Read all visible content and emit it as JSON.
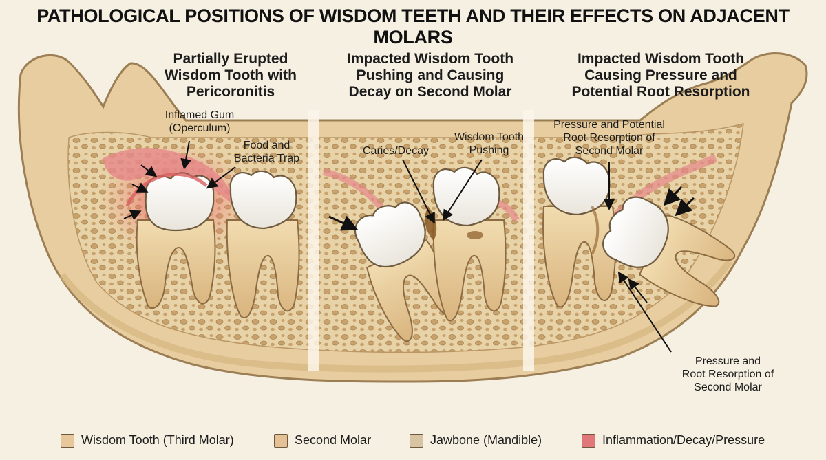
{
  "title": "PATHOLOGICAL POSITIONS OF WISDOM TEETH AND THEIR EFFECTS ON ADJACENT MOLARS",
  "panels": [
    {
      "title_lines": [
        "Partially Erupted",
        "Wisdom Tooth with",
        "Pericoronitis"
      ],
      "labels": [
        {
          "lines": [
            "Inflamed Gum",
            "(Operculum)"
          ]
        },
        {
          "lines": [
            "Food and",
            "Bacteria Trap"
          ]
        }
      ]
    },
    {
      "title_lines": [
        "Impacted Wisdom Tooth",
        "Pushing and Causing",
        "Decay on Second Molar"
      ],
      "labels": [
        {
          "lines": [
            "Caries/Decay"
          ]
        },
        {
          "lines": [
            "Wisdom Tooth",
            "Pushing"
          ]
        }
      ]
    },
    {
      "title_lines": [
        "Impacted Wisdom Tooth",
        "Causing Pressure and",
        "Potential Root Resorption"
      ],
      "labels": [
        {
          "lines": [
            "Pressure and Potential",
            "Root Resorption of",
            "Second Molar"
          ]
        },
        {
          "lines": [
            "Pressure and",
            "Root Resorption of",
            "Second Molar"
          ]
        }
      ]
    }
  ],
  "legend": [
    {
      "label": "Wisdom Tooth (Third Molar)",
      "color": "#e8c89a"
    },
    {
      "label": "Second Molar",
      "color": "#e6c196"
    },
    {
      "label": "Jawbone (Mandible)",
      "color": "#d8c4a2"
    },
    {
      "label": "Inflammation/Decay/Pressure",
      "color": "#e0787a"
    }
  ],
  "colors": {
    "background": "#f6f0e3",
    "bone": "#e7cd9f",
    "bone_outline": "#9c7e54",
    "spongy_bone": "#c9a874",
    "gum": "#e69a96",
    "inflammation": "#e35a5c",
    "enamel": "#fbfaf6",
    "root": "#ecd3a3",
    "decay": "#8a5a25"
  }
}
